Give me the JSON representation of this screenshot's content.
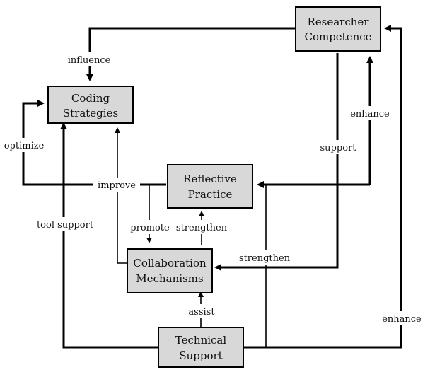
{
  "nodes": {
    "researcher_competence": [
      "Researcher",
      "Competence"
    ],
    "coding_strategies": [
      "Coding",
      "Strategies"
    ],
    "reflective_practice": [
      "Reflective",
      "Practice"
    ],
    "collaboration_mechanisms": [
      "Collaboration",
      "Mechanisms"
    ],
    "technical_support": [
      "Technical",
      "Support"
    ]
  },
  "edges": {
    "influence": "influence",
    "optimize": "optimize",
    "improve": "improve",
    "tool_support": "tool support",
    "promote": "promote",
    "strengthen_collab_reflective": "strengthen",
    "strengthen_reflective_collab": "strengthen",
    "support": "support",
    "enhance_reflective": "enhance",
    "enhance_technical": "enhance",
    "assist": "assist"
  }
}
